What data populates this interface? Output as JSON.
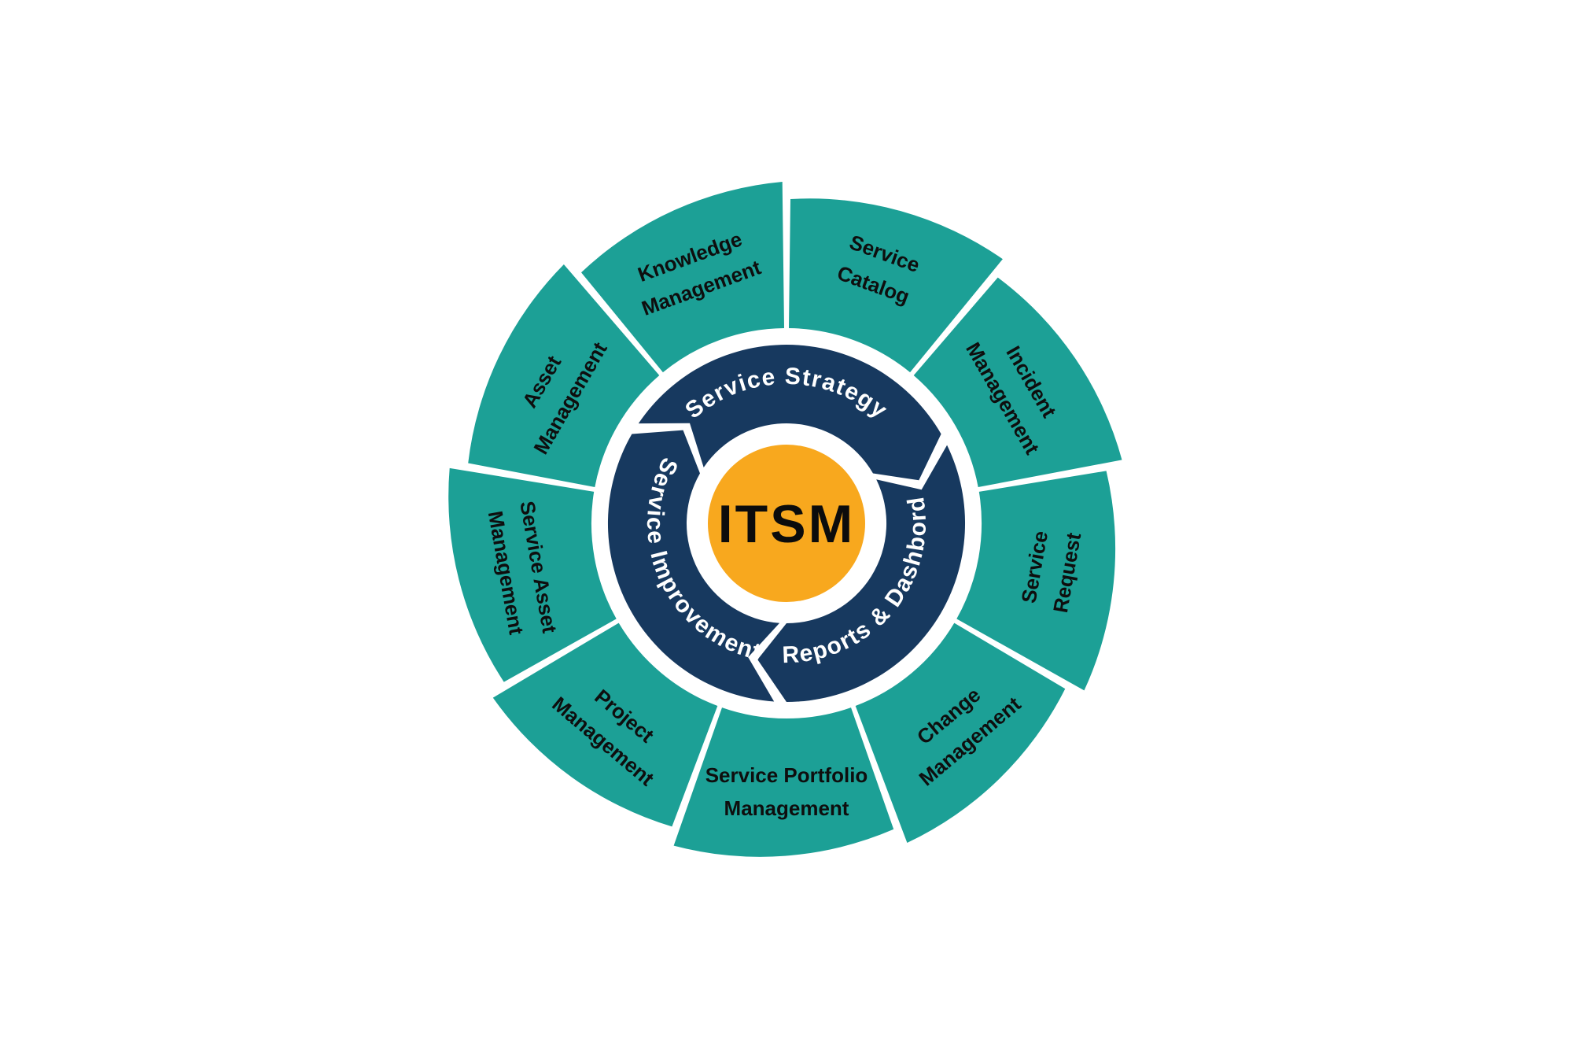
{
  "title": "ITSM process wheel diagram",
  "colors": {
    "background": "#ffffff",
    "teal": "#1CA096",
    "navy": "#17395F",
    "orange": "#F8A81E",
    "blade_text": "#0e0e0e",
    "ring_text": "#ffffff",
    "hub_text": "#0c0c0c"
  },
  "center": {
    "label": "ITSM"
  },
  "inner_ring": {
    "segments": [
      {
        "id": "service-strategy",
        "label": "Service Strategy"
      },
      {
        "id": "reports-dashbord",
        "label": "Reports & Dashbord"
      },
      {
        "id": "service-improvement",
        "label": "Service Improvement"
      }
    ]
  },
  "outer_ring": {
    "segments": [
      {
        "id": "service-catalog",
        "label": "Service Catalog",
        "lines": [
          "Service",
          "Catalog"
        ]
      },
      {
        "id": "incident-management",
        "label": "Incident Management",
        "lines": [
          "Incident",
          "Management"
        ]
      },
      {
        "id": "service-request",
        "label": "Service Request",
        "lines": [
          "Service",
          "Request"
        ]
      },
      {
        "id": "change-management",
        "label": "Change Management",
        "lines": [
          "Change",
          "Management"
        ]
      },
      {
        "id": "service-portfolio-management",
        "label": "Service Portfolio Management",
        "lines": [
          "Service Portfolio",
          "Management"
        ]
      },
      {
        "id": "project-management",
        "label": "Project Management",
        "lines": [
          "Project",
          "Management"
        ]
      },
      {
        "id": "service-asset-management",
        "label": "Service Asset Management",
        "lines": [
          "Service Asset",
          "Management"
        ]
      },
      {
        "id": "asset-management",
        "label": "Asset Management",
        "lines": [
          "Asset",
          "Management"
        ]
      },
      {
        "id": "knowledge-management",
        "label": "Knowledge Management",
        "lines": [
          "Knowledge",
          "Management"
        ]
      }
    ]
  }
}
